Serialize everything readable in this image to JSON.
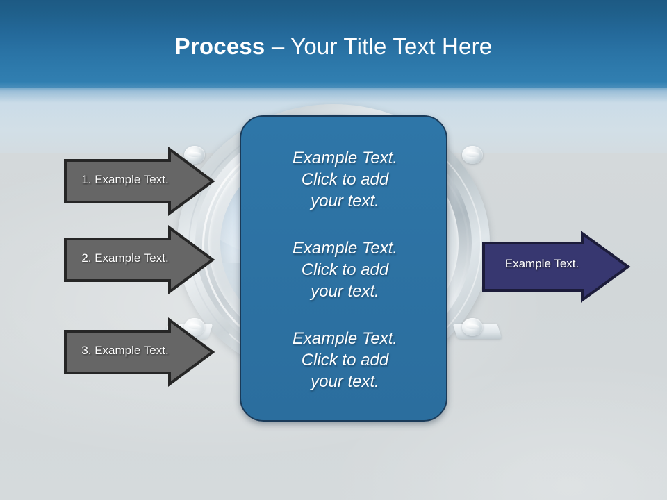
{
  "slide": {
    "title": {
      "strong": "Process ",
      "light": "– Your Title Text Here",
      "full": "Process – Your Title Text Here"
    },
    "background": {
      "theme": "porthole-cruise-ship",
      "header_color_top": "#1d5a84",
      "header_color_bottom": "#3180b2",
      "body_color": "#d4d9db"
    }
  },
  "input_arrows": [
    {
      "label": "1. Example Text.",
      "color": "#666666",
      "border": "#262626"
    },
    {
      "label": "2. Example Text.",
      "color": "#666666",
      "border": "#262626"
    },
    {
      "label": "3. Example Text.",
      "color": "#666666",
      "border": "#262626"
    }
  ],
  "center_panel": {
    "fill": "#2d72a3",
    "border": "#1a3a58",
    "blocks": [
      {
        "line1": "Example Text.",
        "line2": "Click  to add",
        "line3": "your text."
      },
      {
        "line1": "Example Text.",
        "line2": "Click  to add",
        "line3": "your text."
      },
      {
        "line1": "Example Text.",
        "line2": "Click  to add",
        "line3": "your text."
      }
    ]
  },
  "output_arrow": {
    "label": "Example Text.",
    "color": "#373770",
    "border": "#1c1c3a"
  }
}
